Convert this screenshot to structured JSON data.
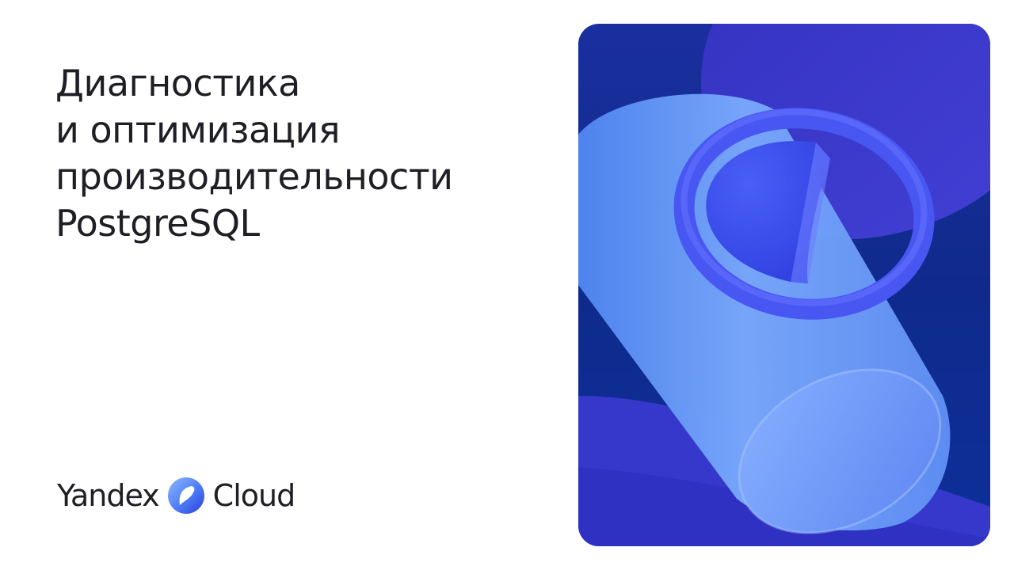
{
  "slide": {
    "title_lines": [
      "Диагностика",
      "и оптимизация",
      "производительности",
      "PostgreSQL"
    ]
  },
  "logo": {
    "word_left": "Yandex",
    "word_right": "Cloud",
    "icon": "yandex-cloud-logo-icon"
  },
  "artwork": {
    "icon": "database-cylinder-with-ring-illustration",
    "colors": {
      "background": "#10288f",
      "accent": "#3f3fe0",
      "cylinder": "#6f9cf6",
      "ring": "#4a55f0"
    }
  }
}
